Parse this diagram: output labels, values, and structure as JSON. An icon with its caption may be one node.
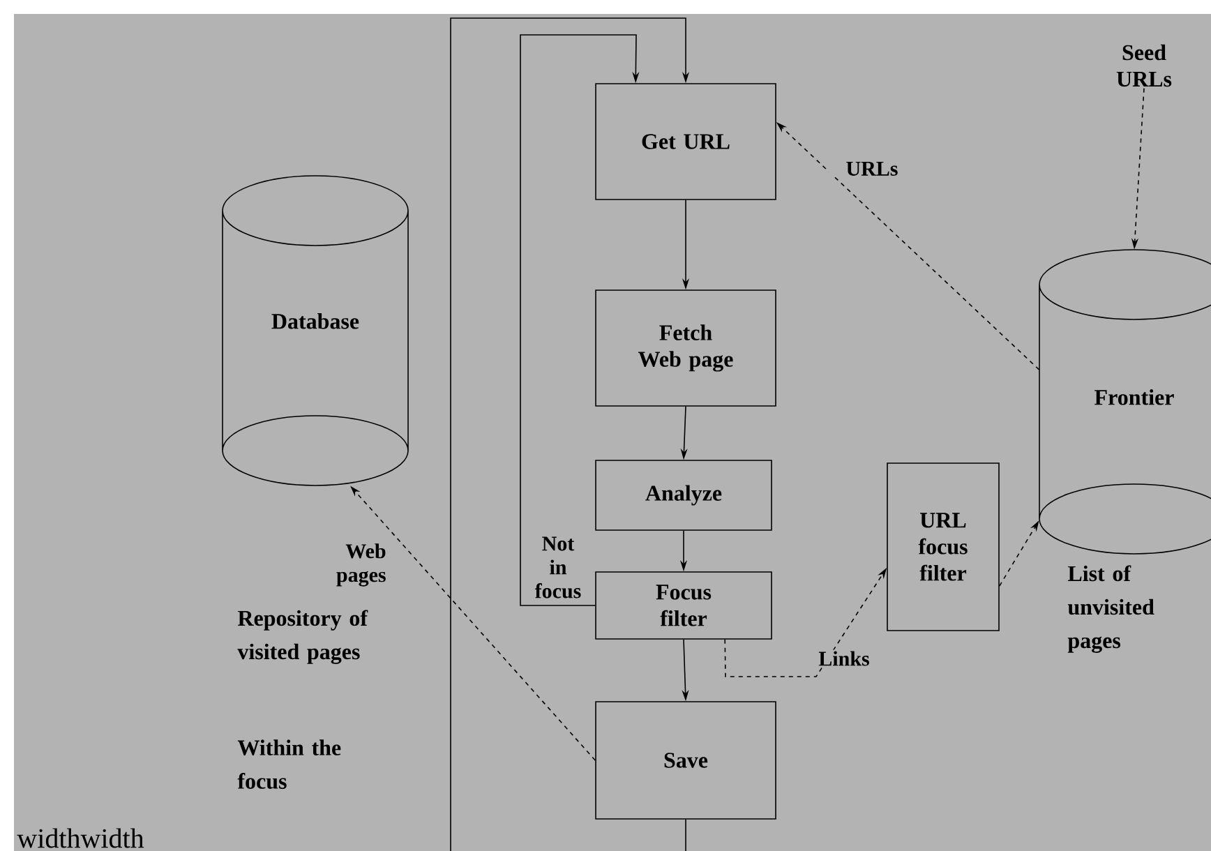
{
  "diagram": {
    "nodes": [
      {
        "text": [
          "Get URL"
        ]
      },
      {
        "text": [
          "Fetch Web page"
        ]
      },
      {
        "text": [
          "Analyze"
        ]
      },
      {
        "text": [
          "Focus filter"
        ]
      },
      {
        "text": [
          "Save"
        ]
      },
      {
        "text": [
          "URL focus filter"
        ]
      },
      {
        "text": [
          "Frontier"
        ],
        "beside": [
          "List of unvisited pages"
        ]
      },
      {
        "text": [
          "Database"
        ],
        "beside": [
          "Repository of visited pages",
          "Within the focus"
        ]
      },
      {
        "text": [
          "Seed URLs"
        ]
      }
    ],
    "edges": [
      {
        "from": 0,
        "to": 1,
        "arrow": "to"
      },
      {
        "from": 1,
        "to": 2,
        "arrow": "to"
      },
      {
        "from": 2,
        "to": 3,
        "arrow": "to"
      },
      {
        "from": 3,
        "to": 4,
        "arrow": "to"
      },
      {
        "from": 4,
        "to": 0,
        "arrow": "to"
      },
      {
        "from": 3,
        "to": 0,
        "arrow": "to",
        "label": "Not in focus"
      },
      {
        "from": 3,
        "to": 5,
        "arrow": "to",
        "label": "Links",
        "style": "dashed"
      },
      {
        "from": 5,
        "to": 6,
        "arrow": "to",
        "style": "dashed"
      },
      {
        "from": 6,
        "to": 0,
        "arrow": "to",
        "label": "URLs",
        "style": "dashed"
      },
      {
        "from": 8,
        "to": 6,
        "arrow": "to",
        "style": "dashed"
      },
      {
        "from": 4,
        "to": 7,
        "arrow": "to",
        "label": "Web pages",
        "style": "dashed"
      }
    ],
    "labels": [
      "widthwidth"
    ]
  }
}
